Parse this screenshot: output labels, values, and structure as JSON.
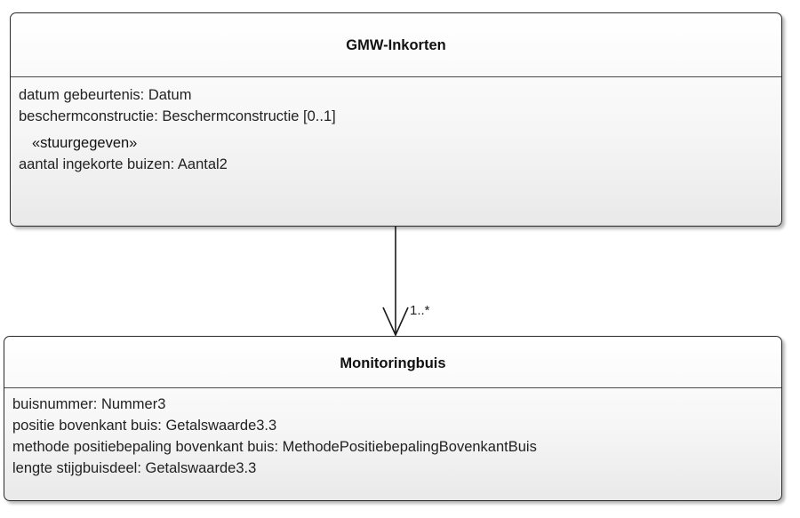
{
  "classes": {
    "gmw_inkorten": {
      "name": "GMW-Inkorten",
      "attributes_before_stereotype": [
        "datum gebeurtenis: Datum",
        "beschermconstructie: Beschermconstructie [0..1]"
      ],
      "stereotype": "«stuurgegeven»",
      "attributes_after_stereotype": [
        "aantal ingekorte buizen: Aantal2"
      ]
    },
    "monitoringbuis": {
      "name": "Monitoringbuis",
      "attributes": [
        "buisnummer: Nummer3",
        "positie bovenkant buis: Getalswaarde3.3",
        "methode positiebepaling bovenkant buis: MethodePositiebepalingBovenkantBuis",
        "lengte stijgbuisdeel: Getalswaarde3.3"
      ]
    }
  },
  "association": {
    "multiplicity": "1..*",
    "direction": "navigable toward Monitoringbuis (open arrowhead)"
  },
  "colors": {
    "border": "#2a2a2a",
    "text": "#222222",
    "fill_top": "#ffffff",
    "fill_bottom": "#e9e9e9"
  }
}
